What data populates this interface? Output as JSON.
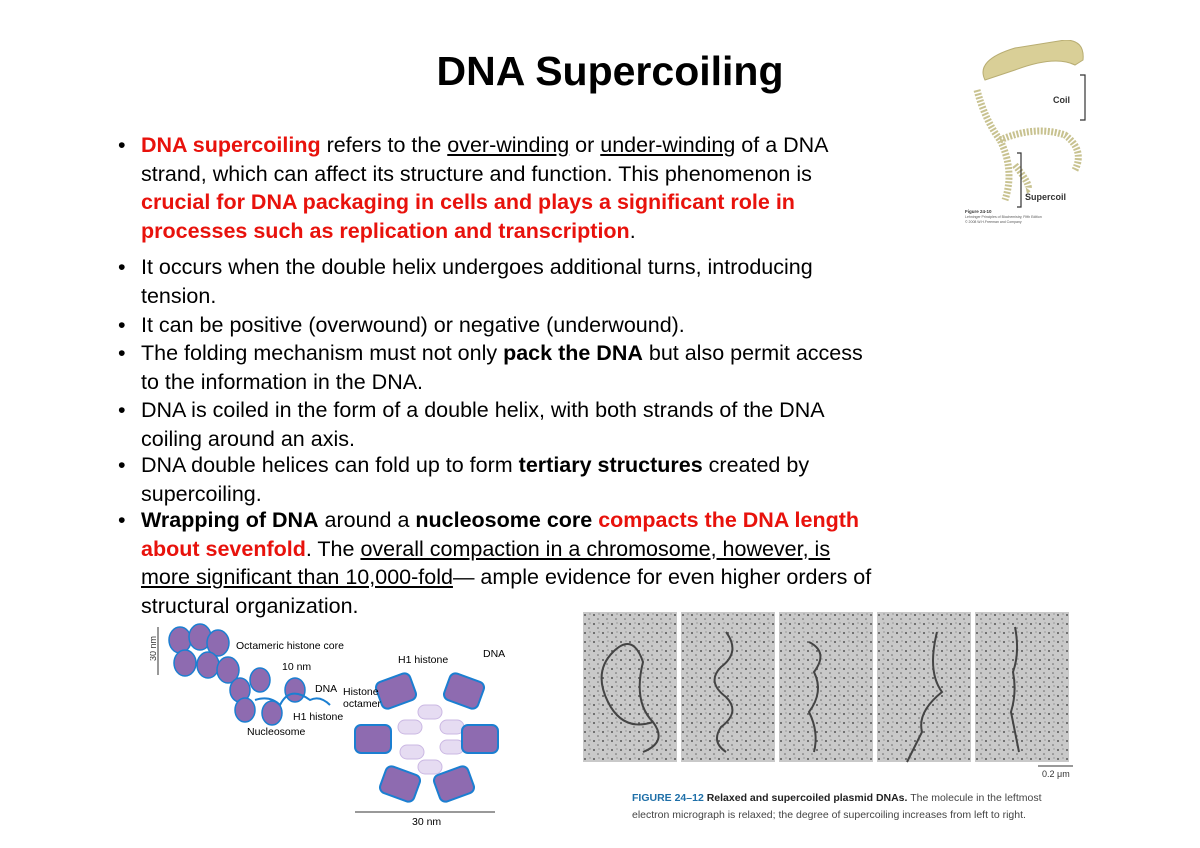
{
  "title": "DNA Supercoiling",
  "bullets": [
    {
      "lines": [
        [
          {
            "t": "DNA supercoiling",
            "s": "r"
          },
          {
            "t": " refers to the ",
            "s": ""
          },
          {
            "t": "over-winding",
            "s": "u"
          },
          {
            "t": " or ",
            "s": ""
          },
          {
            "t": "under-winding",
            "s": "u"
          },
          {
            "t": " of a DNA",
            "s": ""
          }
        ],
        [
          {
            "t": "strand, which can affect its structure and function. This phenomenon is",
            "s": ""
          }
        ],
        [
          {
            "t": "crucial for DNA packaging in cells and plays a significant role in",
            "s": "r"
          }
        ],
        [
          {
            "t": "processes such as replication and transcription",
            "s": "r"
          },
          {
            "t": ".",
            "s": ""
          }
        ]
      ]
    },
    {
      "lines": [
        [
          {
            "t": "It occurs when the double helix undergoes additional turns, introducing",
            "s": ""
          }
        ],
        [
          {
            "t": "tension.",
            "s": ""
          }
        ]
      ]
    },
    {
      "lines": [
        [
          {
            "t": "It can be positive (overwound) or negative (underwound).",
            "s": ""
          }
        ]
      ]
    },
    {
      "lines": [
        [
          {
            "t": "The folding mechanism must not only ",
            "s": ""
          },
          {
            "t": "pack the DNA",
            "s": "b"
          },
          {
            "t": " but also permit access",
            "s": ""
          }
        ],
        [
          {
            "t": "to the information in the DNA.",
            "s": ""
          }
        ]
      ]
    },
    {
      "lines": [
        [
          {
            "t": "DNA is coiled in the form of a double helix, with both strands of the DNA",
            "s": ""
          }
        ],
        [
          {
            "t": "coiling around an axis.",
            "s": ""
          }
        ]
      ]
    },
    {
      "lines": [
        [
          {
            "t": "DNA double helices can fold up to form ",
            "s": ""
          },
          {
            "t": "tertiary structures",
            "s": "b"
          },
          {
            "t": " created by",
            "s": ""
          }
        ],
        [
          {
            "t": "supercoiling.",
            "s": ""
          }
        ]
      ]
    },
    {
      "lines": [
        [
          {
            "t": "Wrapping of DNA",
            "s": "b"
          },
          {
            "t": " around a ",
            "s": ""
          },
          {
            "t": "nucleosome core",
            "s": "b"
          },
          {
            "t": " compacts the DNA length",
            "s": "r"
          }
        ],
        [
          {
            "t": "about sevenfold",
            "s": "r"
          },
          {
            "t": ". The ",
            "s": ""
          },
          {
            "t": "overall compaction in a chromosome, however, is",
            "s": "u"
          }
        ],
        [
          {
            "t": "more significant than 10,000-fold",
            "s": "u"
          },
          {
            "t": "— ample evidence for even higher orders of",
            "s": ""
          }
        ],
        [
          {
            "t": "structural organization.",
            "s": ""
          }
        ]
      ]
    }
  ],
  "bullet_glyph": "•",
  "phone_figure": {
    "coil_label": "Coil",
    "supercoil_label": "Supercoil",
    "figure_no": "Figure 24-10",
    "credit1": "Lehninger Principles of Biochemistry, Fifth Edition",
    "credit2": "© 2008 W.H.Freeman and Company"
  },
  "nucleosome_figure": {
    "left_scale": "30 nm",
    "octameric": "Octameric histone core",
    "ten_nm": "10 nm",
    "dna": "DNA",
    "h1": "H1 histone",
    "nucleosome": "Nucleosome",
    "right_h1": "H1 histone",
    "right_dna": "DNA",
    "histone_octamer_1": "Histone",
    "histone_octamer_2": "octamer",
    "bottom_scale": "30 nm"
  },
  "micrograph": {
    "scale": "0.2 μm",
    "figure_no": "FIGURE 24–12",
    "figure_title": "Relaxed and supercoiled plasmid DNAs.",
    "caption": "The molecule in the leftmost electron micrograph is relaxed; the degree of supercoiling increases from left to right."
  },
  "colors": {
    "red": "#e8120c",
    "histone": "#8e6bb0",
    "dna": "#1b7fd1",
    "caption_blue": "#1e6fa8"
  }
}
